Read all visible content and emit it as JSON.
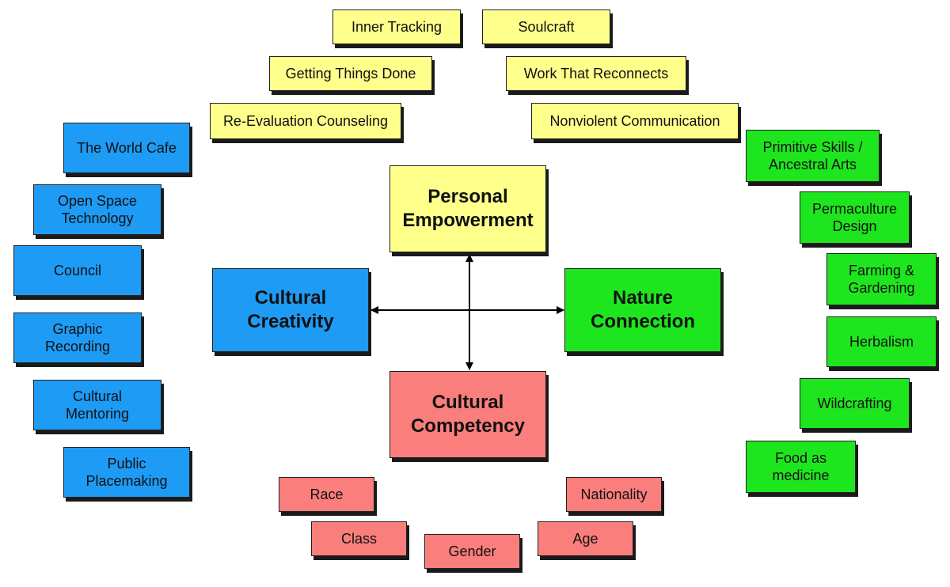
{
  "colors": {
    "yellow": "#ffff8c",
    "blue": "#1e9bf5",
    "green": "#1ee61e",
    "red": "#fa7f7c",
    "arrow": "#000000"
  },
  "hubs": {
    "personal_empowerment": "Personal\nEmpowerment",
    "cultural_creativity": "Cultural\nCreativity",
    "nature_connection": "Nature\nConnection",
    "cultural_competency": "Cultural\nCompetency"
  },
  "personal_empowerment_items": [
    "Inner Tracking",
    "Soulcraft",
    "Getting Things Done",
    "Work That Reconnects",
    "Re-Evaluation Counseling",
    "Nonviolent Communication"
  ],
  "cultural_creativity_items": [
    "The World Cafe",
    "Open Space\nTechnology",
    "Council",
    "Graphic\nRecording",
    "Cultural\nMentoring",
    "Public\nPlacemaking"
  ],
  "nature_connection_items": [
    "Primitive Skills /\nAncestral Arts",
    "Permaculture\nDesign",
    "Farming &\nGardening",
    "Herbalism",
    "Wildcrafting",
    "Food as\nmedicine"
  ],
  "cultural_competency_items": [
    "Race",
    "Nationality",
    "Class",
    "Age",
    "Gender"
  ]
}
